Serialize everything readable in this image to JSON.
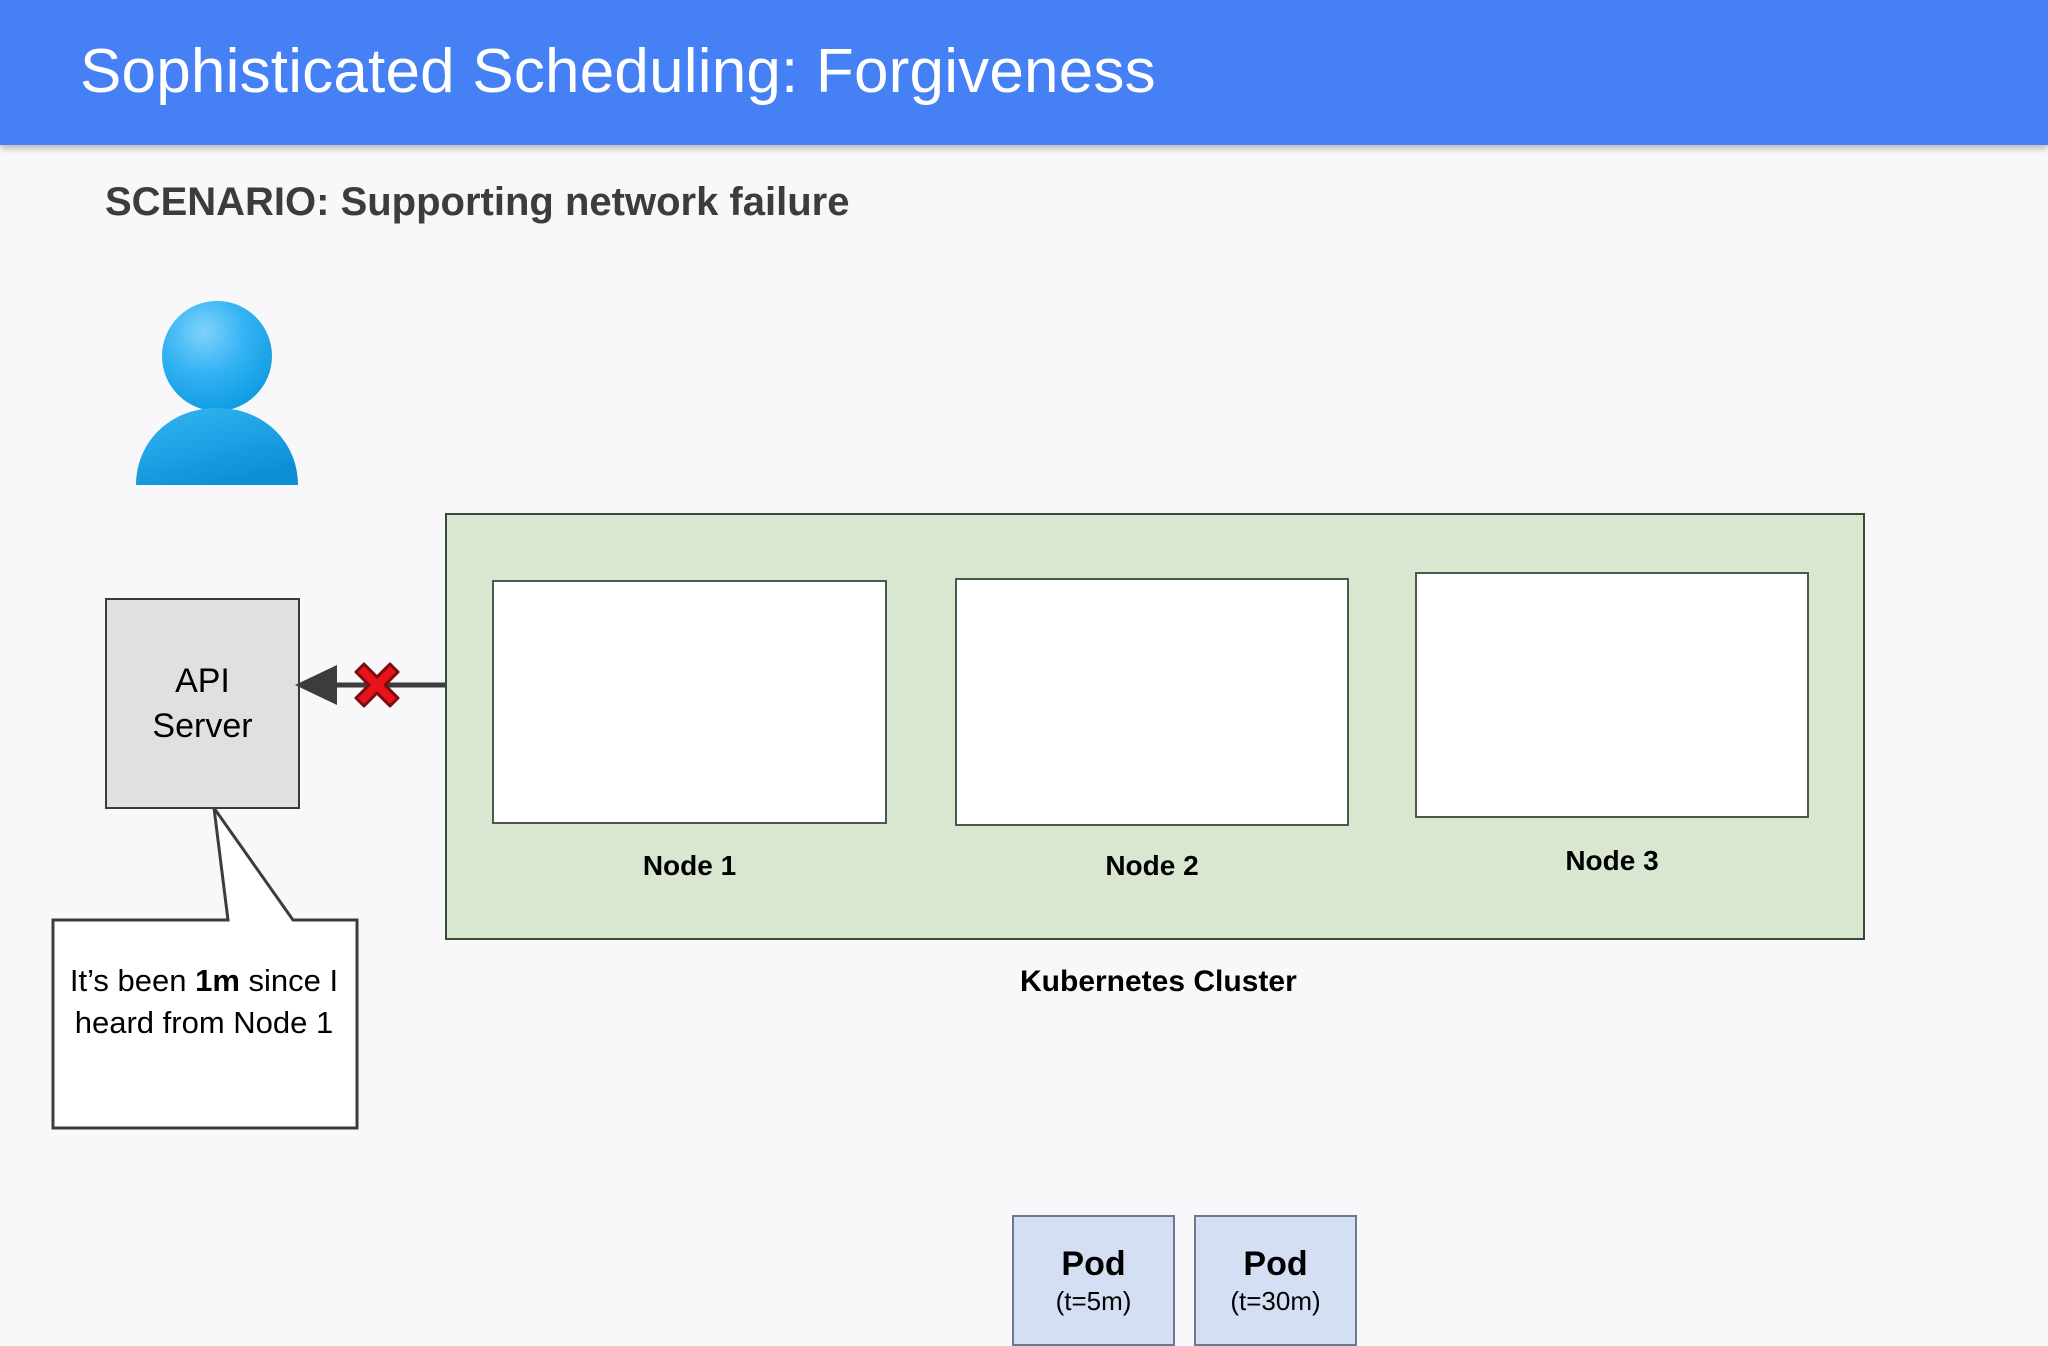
{
  "header": {
    "title": "Sophisticated Scheduling: Forgiveness",
    "background_color": "#4580f5",
    "text_color": "#ffffff"
  },
  "scenario": {
    "label": "SCENARIO: Supporting network failure"
  },
  "actor": {
    "icon": "user-avatar-icon"
  },
  "api_server": {
    "line1": "API",
    "line2": "Server",
    "fill_color": "#e0e0e0"
  },
  "link": {
    "icon": "broken-link-x-icon",
    "status": "failed",
    "arrow_direction": "left",
    "x_color": "#e8131a"
  },
  "speech_bubble": {
    "prefix": "It’s been ",
    "highlight": "1m",
    "suffix": " since I heard from Node 1"
  },
  "cluster": {
    "label": "Kubernetes Cluster",
    "fill_color": "#d9e7d0",
    "nodes": [
      {
        "label": "Node 1",
        "pods": [
          {
            "title": "Pod",
            "toleration": "(t=5m)"
          },
          {
            "title": "Pod",
            "toleration": "(t=30m)"
          }
        ]
      },
      {
        "label": "Node 2",
        "pods": []
      },
      {
        "label": "Node 3",
        "pods": []
      }
    ]
  }
}
